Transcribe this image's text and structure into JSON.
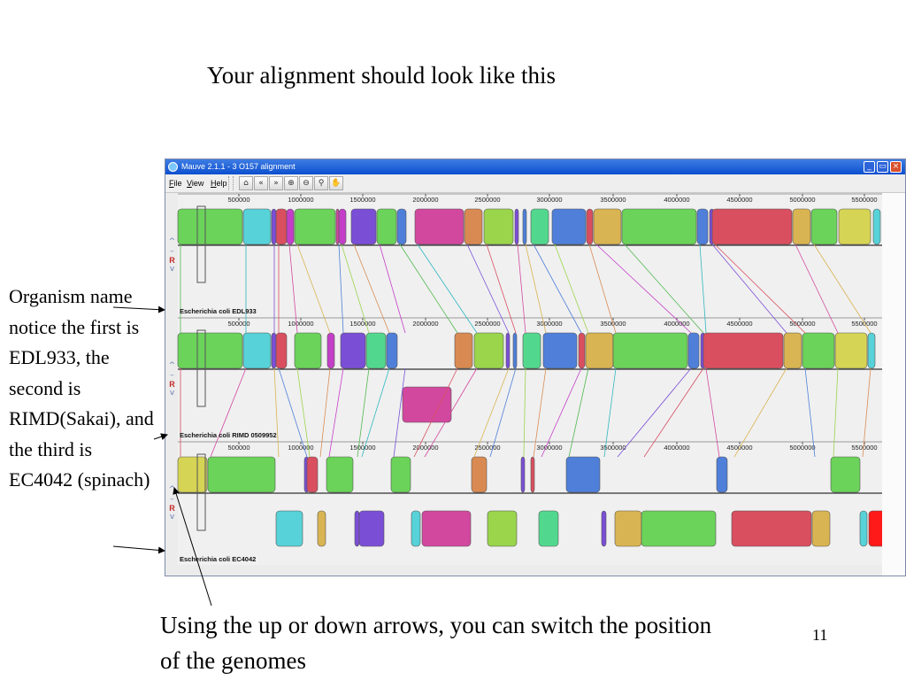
{
  "slide": {
    "title": "Your alignment should look like this",
    "side_note": "Organism name notice the first is EDL933, the second is RIMD(Sakai), and the third is EC4042 (spinach)",
    "bottom_note": "Using the up or down arrows, you can switch the position of the genomes",
    "page_number": "11"
  },
  "window": {
    "title": "Mauve 2.1.1 - 3 O157 alignment",
    "menu": [
      "File",
      "View",
      "Help"
    ],
    "toolbar_icons": [
      "home-icon",
      "back-icon",
      "forward-icon",
      "zoom-in-icon",
      "zoom-out-icon",
      "search-icon",
      "hand-icon"
    ],
    "window_buttons": {
      "minimize": "_",
      "maximize": "▭",
      "close": "×"
    }
  },
  "tracks": [
    {
      "name": "Escherichia coli EDL933"
    },
    {
      "name": "Escherichia coli RIMD 0509952"
    },
    {
      "name": "Escherichia coli EC4042"
    }
  ],
  "ruler_ticks": [
    "500000",
    "1000000",
    "1500000",
    "2000000",
    "2500000",
    "3000000",
    "3500000",
    "4000000",
    "4500000",
    "5000000",
    "5500000"
  ],
  "track_controls": [
    "^",
    "–",
    "R",
    "v"
  ],
  "block_colors": {
    "green": "#6bd35a",
    "cyan": "#57d2d8",
    "red": "#d94f60",
    "pink": "#d2489f",
    "purple": "#7a4fd6",
    "blue": "#4f7fd9",
    "orange": "#d98a52",
    "lightgreen": "#9ad54c",
    "mint": "#52d88e",
    "gold": "#d9b452",
    "yellow": "#d6d454",
    "magenta": "#c43fc8",
    "brightred": "#ff1a1a"
  }
}
